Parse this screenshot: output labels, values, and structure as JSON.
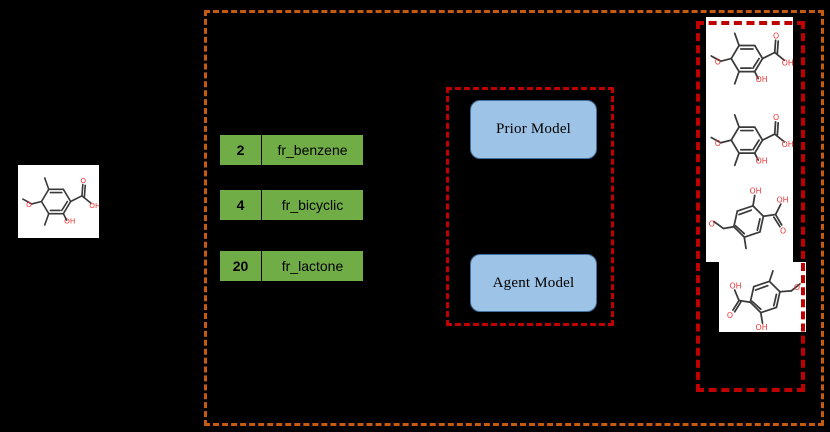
{
  "frames": {
    "outer_color": "#C55A11",
    "model_frame_color": "#C00000",
    "gallery_frame_color": "#C00000"
  },
  "models": {
    "prior": "Prior Model",
    "agent": "Agent Model",
    "box_color": "#9DC3E6"
  },
  "descriptors": {
    "row_color": "#70AD47",
    "items": [
      {
        "count": "2",
        "name": "fr_benzene"
      },
      {
        "count": "4",
        "name": "fr_bicyclic"
      },
      {
        "count": "20",
        "name": "fr_lactone"
      }
    ]
  },
  "molecules": {
    "query": {
      "label": "query-molecule"
    },
    "generated": [
      {
        "label": "generated-molecule-1"
      },
      {
        "label": "generated-molecule-2"
      },
      {
        "label": "generated-molecule-3"
      },
      {
        "label": "generated-molecule-4"
      }
    ]
  }
}
